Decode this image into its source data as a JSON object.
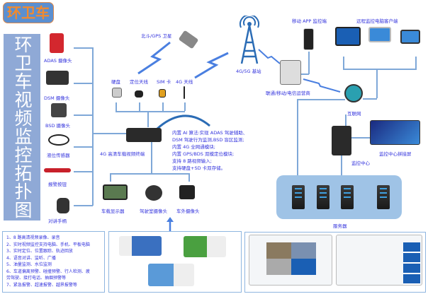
{
  "badge": "环卫车",
  "title": "环卫车视频监控拓扑图",
  "left_devices": [
    "ADAS 摄像头",
    "DSM 摄像头",
    "BSD 摄像头",
    "液位传感器",
    "报警按钮",
    "对讲手柄"
  ],
  "top_devices": [
    "硬盘",
    "定位天线",
    "SIM 卡",
    "4G 天线"
  ],
  "satellite": "北斗/GPS 卫星",
  "terminal": "4G 高清车载视频终端",
  "terminal_features": [
    "内置 AI 算法:实现 ADAS 驾驶辅助、",
    "DSM 驾驶行为监测,BSD 盲区监测;",
    "内置 4G 全网通模块;",
    "内置 GPS/BDS 双模定位模块;",
    "支持 8 路视频输入;",
    "支持硬盘+SD 卡双存储。"
  ],
  "bottom_devices": [
    "车载显示器",
    "驾驶室摄像头",
    "车外摄像头"
  ],
  "tower": "4G/5G 基站",
  "operator": "联通/移动/电信运营商",
  "mobile_app": "移动 APP 监控端",
  "remote_pc": "远程监控电脑客户端",
  "internet": "互联网",
  "monitor_center": "监控中心",
  "video_wall": "监控中心拼接屏",
  "servers": "服务器",
  "features": [
    "1、8 路高清视频录像、录音",
    "2、实时视频监控支持电脑、手机、平板电脑",
    "3、实时定位、位置跟踪、轨迹回放",
    "4、语音对讲、监听、广播",
    "5、油量监测、水位监测",
    "6、车道偏离预警、碰撞预警、行人检测、疲",
    "劳驾驶、接打电话、抽烟预警等",
    "7、紧急报警、超速报警、越界报警等"
  ],
  "colors": {
    "accent": "#3333dd",
    "line": "#7fa8d8",
    "panel": "#8fa9d6",
    "badge_text": "#f28a2e"
  }
}
